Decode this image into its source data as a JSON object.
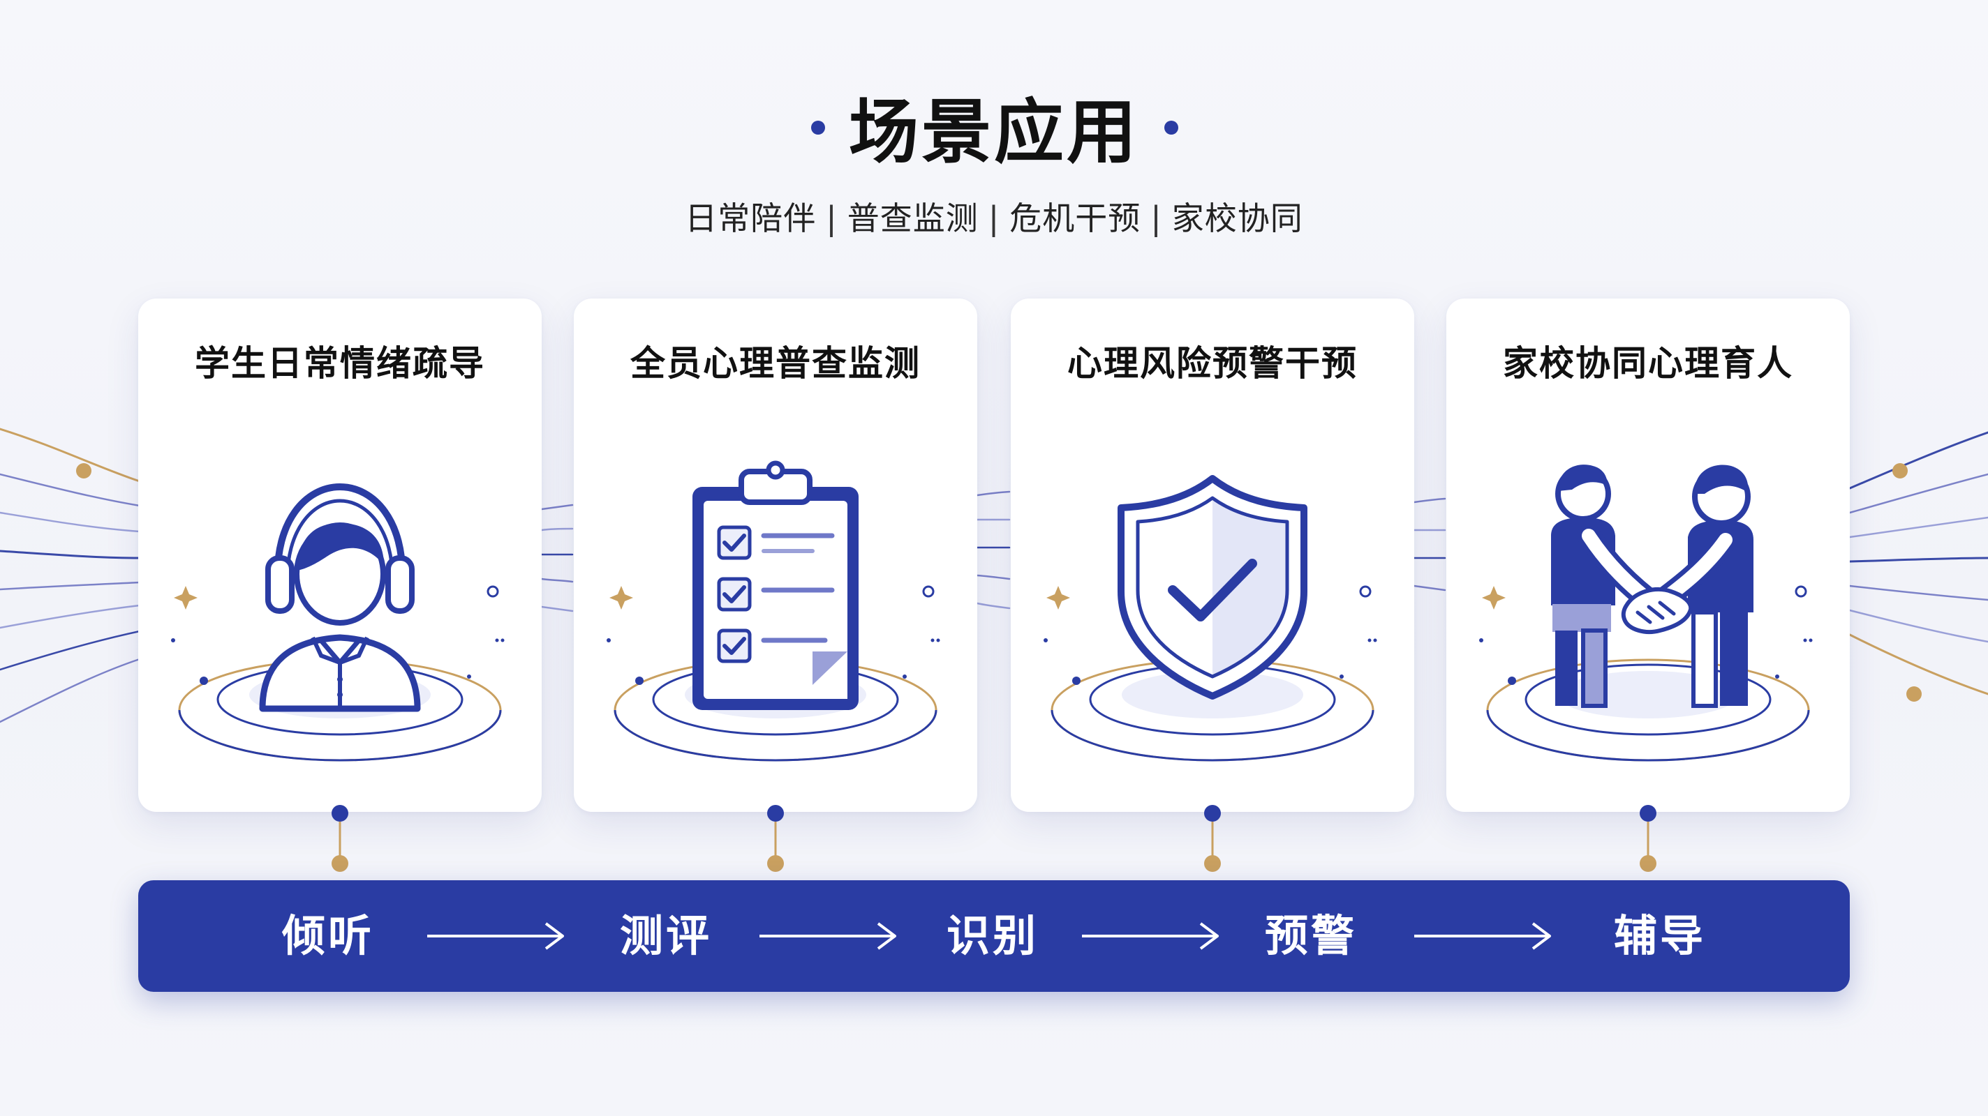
{
  "header": {
    "title": "场景应用",
    "subtitle": [
      "日常陪伴",
      "普查监测",
      "危机干预",
      "家校协同"
    ],
    "separator": "|"
  },
  "cards": [
    {
      "title": "学生日常情绪疏导",
      "icon": "headphones-person-icon"
    },
    {
      "title": "全员心理普查监测",
      "icon": "clipboard-checklist-icon"
    },
    {
      "title": "心理风险预警干预",
      "icon": "shield-check-icon"
    },
    {
      "title": "家校协同心理育人",
      "icon": "handshake-icon"
    }
  ],
  "flow": {
    "steps": [
      "倾听",
      "测评",
      "识别",
      "预警",
      "辅导"
    ]
  },
  "colors": {
    "primary": "#2a3ca3",
    "accent": "#c9a060",
    "line": "#3a4aa8",
    "light": "#e9ebf8"
  }
}
